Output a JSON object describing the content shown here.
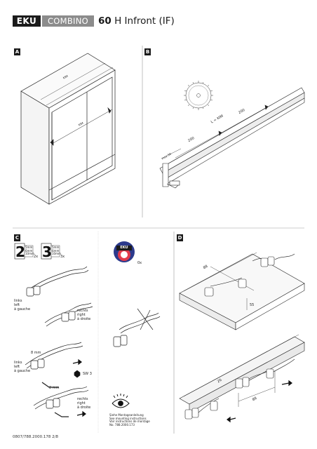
{
  "header": {
    "brand": "EKU",
    "product": "COMBINO",
    "model_number": "60",
    "model_name": "H Infront (IF)"
  },
  "panels": {
    "a": {
      "label": "A",
      "dim_top": "KIM",
      "dim_inner": "KIM"
    },
    "b": {
      "label": "B",
      "dim_formula": "L = KIM",
      "dim_200_left": "200",
      "dim_200_right": "200",
      "dim_50": "max 50"
    },
    "c": {
      "label": "C",
      "step2_count": "2x",
      "step3_count": "3x",
      "step_tile_text": "5mm 6mm 10mm",
      "label_left_1": "links\nleft\nà gauche",
      "label_right_1": "rechts\nright\nà droite",
      "dim_8mm_top": "8 mm",
      "label_left_2": "links\nleft\nà gauche",
      "tool_sw": "SW 3",
      "dim_8mm_bottom": "8 mm",
      "label_right_2": "rechts\nright\nà droite"
    },
    "badge": {
      "brand": "EKU",
      "count": "0x"
    },
    "instructions_note": "Siehe Montageanleitung\nSee mounting instructions\nVoir instructions de montage\nNo. 788.2000.173",
    "d": {
      "label": "D",
      "dim_top": "88",
      "dim_side": "55",
      "dim_bottom": "88",
      "dim_small": "26"
    }
  },
  "footer": {
    "code": "0807/788.2000.178  2/8"
  }
}
